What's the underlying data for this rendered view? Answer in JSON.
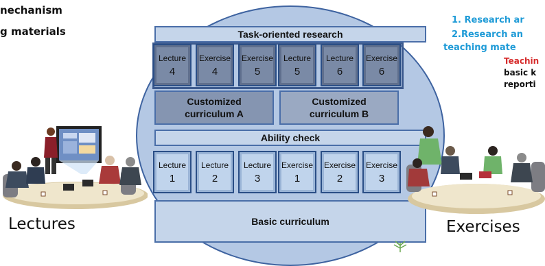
{
  "left_text": {
    "line1": "nechanism",
    "line2": "g materials"
  },
  "right_text": {
    "line1": "1. Research ar",
    "line2": "2.Research an",
    "line3": "teaching mate",
    "line4": "Teachin",
    "line5": "basic k",
    "line6": "reporti"
  },
  "diagram": {
    "task_research": "Task-oriented research",
    "top_tiles": [
      {
        "label": "Lecture",
        "num": "4"
      },
      {
        "label": "Exercise",
        "num": "4"
      },
      {
        "label": "Exercise",
        "num": "5"
      },
      {
        "label": "Lecture",
        "num": "5"
      },
      {
        "label": "Lecture",
        "num": "6"
      },
      {
        "label": "Exercise",
        "num": "6"
      }
    ],
    "custom_a": [
      "Customized",
      "curriculum A"
    ],
    "custom_b": [
      "Customized",
      "curriculum B"
    ],
    "ability_check": "Ability check",
    "bottom_tiles": [
      {
        "label": "Lecture",
        "num": "1"
      },
      {
        "label": "Lecture",
        "num": "2"
      },
      {
        "label": "Lecture",
        "num": "3"
      },
      {
        "label": "Exercise",
        "num": "1"
      },
      {
        "label": "Exercise",
        "num": "2"
      },
      {
        "label": "Exercise",
        "num": "3"
      }
    ],
    "basic_curriculum": "Basic curriculum"
  },
  "captions": {
    "lectures": "Lectures",
    "exercises": "Exercises"
  },
  "colors": {
    "ellipse_fill": "#b4c8e4",
    "blue_heading": "#1f9bd7",
    "red_heading": "#d62b2b"
  },
  "icons": {
    "lectures_scene": "lecture-room-illustration",
    "exercises_scene": "meeting-room-illustration",
    "plant": "plant-icon"
  }
}
